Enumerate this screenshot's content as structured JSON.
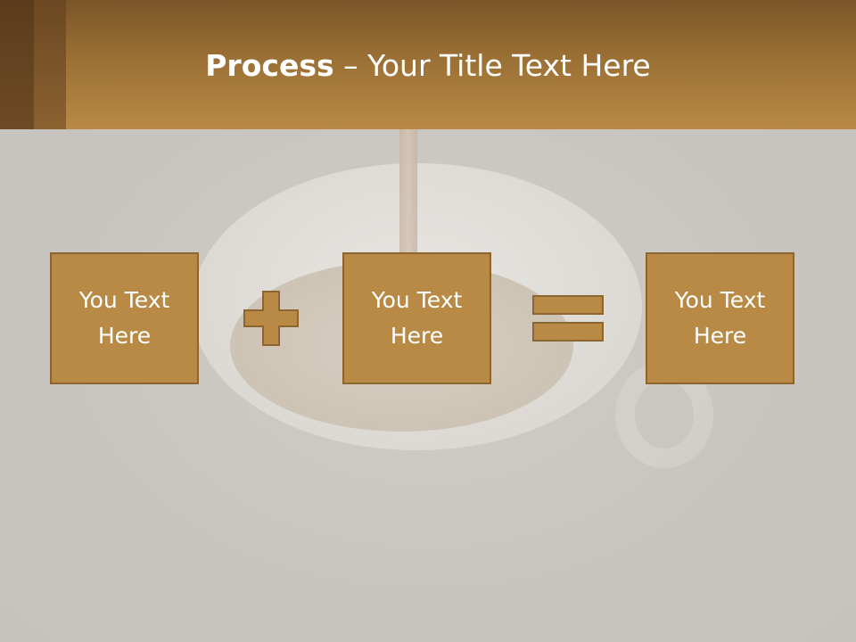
{
  "header": {
    "title_bold": "Process",
    "title_rest": " – Your Title Text Here"
  },
  "process": {
    "boxes": [
      {
        "line1": "You Text",
        "line2": "Here"
      },
      {
        "line1": "You Text",
        "line2": "Here"
      },
      {
        "line1": "You Text",
        "line2": "Here"
      }
    ],
    "operators": [
      "plus-icon",
      "equals-icon"
    ]
  },
  "colors": {
    "accent": "#b98a45",
    "accent_border": "#8d6530",
    "header_dark": "#7a5528",
    "background": "#c9c6c1"
  }
}
